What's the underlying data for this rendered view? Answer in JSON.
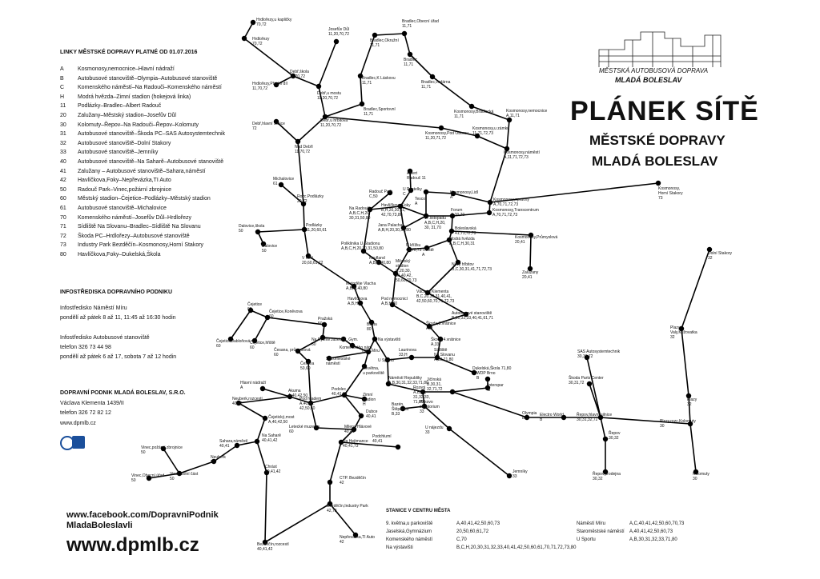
{
  "lines_title": "LINKY MĚSTSKÉ DOPRAVY PLATNÉ OD 01.07.2016",
  "lines": [
    {
      "code": "A",
      "route": "Kosmonosy,nemocnice–Hlavní nádraží"
    },
    {
      "code": "B",
      "route": "Autobusové stanoviště–Olympia–Autobusové stanoviště"
    },
    {
      "code": "C",
      "route": "Komenského náměstí–Na Radouči–Komenského náměstí"
    },
    {
      "code": "H",
      "route": "Modrá hvězda–Zimní stadion (hokejová linka)"
    },
    {
      "code": "11",
      "route": "Podlázky–Bradlec–Albert Radouč"
    },
    {
      "code": "20",
      "route": "Zalužany–Městský stadion–Josefův Důl"
    },
    {
      "code": "30",
      "route": "Kolomuty–Řepov–Na Radouči–Řepov–Kolomuty"
    },
    {
      "code": "31",
      "route": "Autobusové stanoviště–Škoda PC–SAS Autosystemtechnik"
    },
    {
      "code": "32",
      "route": "Autobusové stanoviště–Dolní Stakory"
    },
    {
      "code": "33",
      "route": "Autobusové stanoviště–Jemníky"
    },
    {
      "code": "40",
      "route": "Autobusové stanoviště–Na Saharě–Autobusové stanoviště"
    },
    {
      "code": "41",
      "route": "Zalužany – Autobusové stanoviště–Sahara,náměstí"
    },
    {
      "code": "42",
      "route": "Havlíčkova,Foky–Nepřevázka,TI Auto"
    },
    {
      "code": "50",
      "route": "Radouč Park–Vinec,požární zbrojnice"
    },
    {
      "code": "60",
      "route": "Městský stadion–Čejetice–Podlázky–Městský stadion"
    },
    {
      "code": "61",
      "route": "Autobusové stanoviště–Michalovice"
    },
    {
      "code": "70",
      "route": "Komenského náměstí–Josefův Důl–Hrdlořezy"
    },
    {
      "code": "71",
      "route": "Sídliště Na Slovanu–Bradlec–Sídliště Na Slovanu"
    },
    {
      "code": "72",
      "route": "Škoda PC–Hrdlořezy–Autobusové stanoviště"
    },
    {
      "code": "73",
      "route": "Industry Park Bezděčín–Kosmonosy,Horní Stakory"
    },
    {
      "code": "80",
      "route": "Havlíčkova,Foky–Dukelská,Škola"
    }
  ],
  "info_title": "INFOSTŘEDISKA DOPRAVNÍHO PODNIKU",
  "info": [
    "Infostředisko Náměstí Míru",
    "pondělí až pátek 8 až 11, 11:45 až 16:30 hodin",
    "Infostředisko Autobusové stanoviště",
    "telefon 326 73 44 98",
    "pondělí až pátek 6 až 17, sobota 7 až 12 hodin"
  ],
  "company": {
    "name": "DOPRAVNÍ PODNIK MLADÁ BOLESLAV, S.R.O.",
    "address": "Václava Klementa 1439/II",
    "phone": "telefon 326 72 82 12",
    "web": "www.dpmlb.cz"
  },
  "facebook": [
    "www.facebook.com/DopravniPodnik",
    "MladaBoleslavli"
  ],
  "website": "www.dpmlb.cz",
  "logo": {
    "line1": "MĚSTSKÁ AUTOBUSOVÁ DOPRAVA",
    "line2": "MLADÁ BOLESLAV"
  },
  "heading": {
    "l1": "PLÁNEK SÍTĚ",
    "l2": "MĚSTSKÉ DOPRAVY",
    "l3": "MLADÁ BOLESLAV"
  },
  "stations_title": "STANICE V CENTRU MĚSTA",
  "center_stations_left": [
    {
      "name": "9. května,u parkoviště",
      "lines": "A,40,41,42,50,60,73"
    },
    {
      "name": "Jaselská,Gymnázium",
      "lines": "20,50,60,61,72"
    },
    {
      "name": "Komenského náměstí",
      "lines": "C,70"
    },
    {
      "name": "Na výstavišti",
      "lines": "B,C,H,20,30,31,32,33,40,41,42,50,60,61,70,71,72,73,80"
    }
  ],
  "center_stations_right": [
    {
      "name": "Náměstí Míru",
      "lines": "A,C,40,41,42,50,60,70,73"
    },
    {
      "name": "Staroměstské náměstí",
      "lines": "A,40,41,42,50,60,73"
    },
    {
      "name": "U Sportu",
      "lines": "A,B,30,31,32,33,71,80"
    }
  ],
  "map_colors": {
    "line": "#000000",
    "stop": "#000000"
  },
  "map_labels": [
    {
      "id": "hrdlorezy-kaplicky",
      "t": [
        "Hrdlořezy,u kapličky",
        "70,72"
      ]
    },
    {
      "id": "hrdlorezy",
      "t": [
        "Hrdlořezy",
        "70,72"
      ]
    },
    {
      "id": "josefuv-dul",
      "t": [
        "Josefův Důl",
        "11,20,70,72"
      ]
    },
    {
      "id": "bradlec-obecni",
      "t": [
        "Bradlec,Obecní úřad",
        "11,71"
      ]
    },
    {
      "id": "bradlec-okruzni",
      "t": [
        "Bradlec,Okružní",
        "11,71"
      ]
    },
    {
      "id": "bradlec",
      "t": [
        "Bradlec",
        "11,71"
      ]
    },
    {
      "id": "debr-skola",
      "t": [
        "Debř,škola",
        "11,70,72"
      ]
    },
    {
      "id": "hrdlorezy-predni",
      "t": [
        "Hrdlořezy,Přední díl",
        "11,70,72"
      ]
    },
    {
      "id": "debr-mostu",
      "t": [
        "Debř,u mostu",
        "11,20,70,72"
      ]
    },
    {
      "id": "bradlec-k-laskovu",
      "t": [
        "Bradlec,K Láskovu",
        "11,71"
      ]
    },
    {
      "id": "bradlec-vodarna",
      "t": [
        "Bradlec,vodárna",
        "11,71"
      ]
    },
    {
      "id": "bradlec-sportovni",
      "t": [
        "Bradlec,Sportovní",
        "11,71"
      ]
    },
    {
      "id": "kosmonosy-bradlecka",
      "t": [
        "Kosmonosy,Bradlecká",
        "11,71"
      ]
    },
    {
      "id": "kosmonosy-nemocnice",
      "t": [
        "Kosmonosy,nemocnice",
        "A,11,71"
      ]
    },
    {
      "id": "debr-hlavni",
      "t": [
        "Debř,hlavní silnice",
        "72"
      ]
    },
    {
      "id": "debr-hrbitova",
      "t": [
        "Debř,u hřbitova",
        "11,20,70,72"
      ]
    },
    {
      "id": "kosmonosy-pod-oborou",
      "t": [
        "Kosmonosy,Pod Oborou",
        "11,20,71,72"
      ]
    },
    {
      "id": "kosmonosy-zamku",
      "t": [
        "Kosmonosy,u zámku",
        "11,71,72,73"
      ]
    },
    {
      "id": "nad-debri",
      "t": [
        "Nad Debří",
        "11,70,72"
      ]
    },
    {
      "id": "kosmonosy-namesti",
      "t": [
        "Kosmonosy,náměstí",
        "A,11,71,72,73"
      ]
    },
    {
      "id": "kosmonosy-horni-stakory",
      "t": [
        "Kosmonosy,",
        "Horní Stakory",
        "73"
      ]
    },
    {
      "id": "michalovice",
      "t": [
        "Michalovice",
        "61"
      ]
    },
    {
      "id": "albert-radouc",
      "t": [
        "Albert",
        "Radouč 11"
      ]
    },
    {
      "id": "radouc-park",
      "t": [
        "Radouč Park",
        "C,50"
      ]
    },
    {
      "id": "u-pastelky",
      "t": [
        "U Pastelky",
        "C"
      ]
    },
    {
      "id": "tesco",
      "t": [
        "Tesco",
        "A"
      ]
    },
    {
      "id": "kosmonosy-lidl",
      "t": [
        "Kosmonosy,Lidl",
        "A"
      ]
    },
    {
      "id": "kosmonosy-opravny",
      "t": [
        "Kosmonosy,opravny",
        "A,70,71,72,73"
      ]
    },
    {
      "id": "kosmonosy-transcentrum",
      "t": [
        "Kosmonosy,Transcentrum",
        "A,70,71,72,73"
      ]
    },
    {
      "id": "rozc-podlazky",
      "t": [
        "Rozc.Podlázky",
        "20,72"
      ]
    },
    {
      "id": "na-radouci",
      "t": [
        "Na Radouči",
        "A,B,C,H,20,",
        "30,31,50,80"
      ]
    },
    {
      "id": "havlickova-foky",
      "t": [
        "Havlíčkova,Foky",
        "B,H,20,30,31,",
        "42,70,73,80"
      ]
    },
    {
      "id": "17-listopadu",
      "t": [
        "17.listopadu",
        "A,B,C,H,20,",
        "30, 31,70"
      ]
    },
    {
      "id": "forum",
      "t": [
        "Forum",
        "A,20,70"
      ]
    },
    {
      "id": "jana-palacha",
      "t": [
        "Jana Palacha",
        "A,B,H,20,30,31,80"
      ]
    },
    {
      "id": "boleslavska",
      "t": [
        "Boleslavská",
        "41,71,72,73"
      ]
    },
    {
      "id": "modra-hvezda",
      "t": [
        "Modrá hvězda",
        "A,B,C,H,30,31"
      ]
    },
    {
      "id": "kosmonosy-prumyslova",
      "t": [
        "Kosmonosy,Průmyslová",
        "20,41"
      ]
    },
    {
      "id": "dalovice-skola",
      "t": [
        "Dalovice,škola",
        "50"
      ]
    },
    {
      "id": "podlazky",
      "t": [
        "Podlázky",
        "11,20,60,61"
      ]
    },
    {
      "id": "dalovice",
      "t": [
        "Dalovice",
        "50"
      ]
    },
    {
      "id": "poliklinika",
      "t": [
        "Poliklinika U Stadionu",
        "A,B,C,H,20,30,31,50,80"
      ]
    },
    {
      "id": "u-krizku",
      "t": [
        "U křížku",
        "42,70,73"
      ]
    },
    {
      "id": "trziste",
      "t": [
        "Tržiště",
        "A"
      ]
    },
    {
      "id": "dolni-stakory",
      "t": [
        "Dolní Stakory",
        "32"
      ]
    },
    {
      "id": "v-rokli",
      "t": [
        "V rokli",
        "20,60,61,72"
      ]
    },
    {
      "id": "kaufland",
      "t": [
        "Kaufland",
        "A,B,H,40,80"
      ]
    },
    {
      "id": "mestsky-stadion",
      "t": [
        "Městský",
        "stadion",
        "C,20,30,",
        "31,40,42,",
        "50,60,70,73"
      ]
    },
    {
      "id": "novy-hrbitov",
      "t": [
        "Nový hřbitov",
        "B,C,30,31,41,71,72,73"
      ]
    },
    {
      "id": "zaluzany",
      "t": [
        "Zalužany",
        "20,41"
      ]
    },
    {
      "id": "metodeje-vlacha",
      "t": [
        "Metoděje Vlacha",
        "A,B,H,40,80"
      ]
    },
    {
      "id": "vaclava-klementa",
      "t": [
        "Václava Klementa",
        "B,C,20,30,31,40,41,",
        "42,50,60,70,71,72,73"
      ]
    },
    {
      "id": "havlickova",
      "t": [
        "Havlíčkova",
        "A,B,H"
      ]
    },
    {
      "id": "pod-nemocnici",
      "t": [
        "Pod nemocnicí",
        "A,B,H,40"
      ]
    },
    {
      "id": "autobusove-stanoviste",
      "t": [
        "Autobusové stanoviště",
        "B,31,32,33,40,41,61,71"
      ]
    },
    {
      "id": "cejetice",
      "t": [
        "Čejetice",
        "60"
      ]
    },
    {
      "id": "cejetice-konevova",
      "t": [
        "Čejetice,Koněvova",
        "60"
      ]
    },
    {
      "id": "plazy-valy",
      "t": [
        "Plazy,",
        "Valy,Křižovatka",
        "32"
      ]
    },
    {
      "id": "prazska",
      "t": [
        "Pražská",
        "50"
      ]
    },
    {
      "id": "basta",
      "t": [
        "Bašta",
        "80"
      ]
    },
    {
      "id": "skoda-3",
      "t": [
        "Škoda,3.vrátnice",
        "A,H"
      ]
    },
    {
      "id": "cejetice-jablonova",
      "t": [
        "Čejetice,Jabloňová",
        "60"
      ]
    },
    {
      "id": "cejetice-hriste",
      "t": [
        "Čejetice,hřiště",
        "60"
      ]
    },
    {
      "id": "na-rychte",
      "t": [
        "Na Rychtě",
        "50"
      ]
    },
    {
      "id": "jaselska-gym",
      "t": [
        "Jaselská, Gym."
      ]
    },
    {
      "id": "na-vystavisti",
      "t": [
        "Na výstavišti"
      ]
    },
    {
      "id": "skoda-4",
      "t": [
        "Škoda,4.vrátnice",
        "A,33"
      ]
    },
    {
      "id": "komenskeho-nam",
      "t": [
        "Komenského nám."
      ]
    },
    {
      "id": "nam-miru",
      "t": [
        "Nám.Míru"
      ]
    },
    {
      "id": "cesana-prumyslova",
      "t": [
        "Česana, průmyslová",
        "60"
      ]
    },
    {
      "id": "sas",
      "t": [
        "SAS Autosystemtechnik",
        "30,31,72"
      ]
    },
    {
      "id": "staromestske",
      "t": [
        "Staroměstské",
        "náměstí"
      ]
    },
    {
      "id": "laurinova",
      "t": [
        "Laurinova",
        "33,H"
      ]
    },
    {
      "id": "sidliste-na-slovanu",
      "t": [
        "Sídliště",
        "Na Slovanu",
        "A,33,71,80"
      ]
    },
    {
      "id": "cesana",
      "t": [
        "Česana",
        "50,60"
      ]
    },
    {
      "id": "9-kvetna",
      "t": [
        "9.května,",
        "u parkoviště"
      ]
    },
    {
      "id": "u-sportu",
      "t": [
        "U Sportu"
      ]
    },
    {
      "id": "dukelska-skola",
      "t": [
        "Dukelská,Škola 71,80"
      ]
    },
    {
      "id": "wdp-brno",
      "t": [
        "WDP Brno",
        "B"
      ]
    },
    {
      "id": "hlavni-nadrazi",
      "t": [
        "Hlavní nádraží",
        "A"
      ]
    },
    {
      "id": "namesti-republiky",
      "t": [
        "Náměstí Republiky",
        "A,B,30,31,32,33,71,80"
      ]
    },
    {
      "id": "rozvoj",
      "t": [
        "Rozvoj",
        "A,B,30,",
        "31,32,33,",
        "71,80"
      ]
    },
    {
      "id": "jicinska",
      "t": [
        "Jičínská",
        "B,30,31,",
        "32,71,72"
      ]
    },
    {
      "id": "interspar",
      "t": [
        "Interspar",
        "B"
      ]
    },
    {
      "id": "skoda-parts",
      "t": [
        "Škoda Parts Center",
        "30,31,72"
      ]
    },
    {
      "id": "akuma",
      "t": [
        "Akuma",
        "A,40,42,50"
      ]
    },
    {
      "id": "podolec",
      "t": [
        "Podolec",
        "40,41,73"
      ]
    },
    {
      "id": "zimni-stadion",
      "t": [
        "Zimní",
        "stadion",
        "H"
      ]
    },
    {
      "id": "neuberk-rozcesti",
      "t": [
        "Neuberk,rozcestí",
        "40,42"
      ]
    },
    {
      "id": "pod-hradem",
      "t": [
        "Pod hradem",
        "A,40,41,",
        "42,50,60"
      ]
    },
    {
      "id": "bazen-stepanka",
      "t": [
        "Bazén,",
        "Štěpánka",
        "B,33"
      ]
    },
    {
      "id": "pirkovo",
      "t": [
        "Pirkovo",
        "sanatorium",
        "33"
      ]
    },
    {
      "id": "plazy",
      "t": [
        "Plazy",
        "32"
      ]
    },
    {
      "id": "cejetickym-most",
      "t": [
        "Čejetický,most",
        "A,40,42,50"
      ]
    },
    {
      "id": "dubce",
      "t": [
        "Dubce",
        "40,41"
      ]
    },
    {
      "id": "olympia",
      "t": [
        "Olympia",
        "B"
      ]
    },
    {
      "id": "electro-world",
      "t": [
        "Electro World",
        "B"
      ]
    },
    {
      "id": "repov-hlavni",
      "t": [
        "Řepov,hlavní silnice",
        "30,31,32,72"
      ]
    },
    {
      "id": "letecke-muzeum",
      "t": [
        "Letecké muzeum",
        "60"
      ]
    },
    {
      "id": "mileny-hlavove",
      "t": [
        "Mileny Hlávové",
        "40,41"
      ]
    },
    {
      "id": "u-najezdu",
      "t": [
        "U nájezdu",
        "33"
      ]
    },
    {
      "id": "repov",
      "t": [
        "Řepov",
        "30,32"
      ]
    },
    {
      "id": "plazy-rozc-kolomuty",
      "t": [
        "Plazy,rozc.Kolomuty",
        "30"
      ]
    },
    {
      "id": "vinec-pozarni",
      "t": [
        "Vinec,požární zbrojnice",
        "50"
      ]
    },
    {
      "id": "sahara-namesti",
      "t": [
        "Sahara,náměstí",
        "40,41"
      ]
    },
    {
      "id": "na-sahare",
      "t": [
        "Na Saharě",
        "40,41,42"
      ]
    },
    {
      "id": "na-hejtmance",
      "t": [
        "Na Hejtmance",
        "40,41,73"
      ]
    },
    {
      "id": "podchlumi",
      "t": [
        "Podchlumí",
        "40,41"
      ]
    },
    {
      "id": "neuberk",
      "t": [
        "Neuberk",
        "50"
      ]
    },
    {
      "id": "vinec-obecni",
      "t": [
        "Vinec,Obecní úřad",
        "50"
      ]
    },
    {
      "id": "vinec-dolni",
      "t": [
        "Vinec,dolní část",
        "50"
      ]
    },
    {
      "id": "chrast",
      "t": [
        "Chrást",
        "40,41,42"
      ]
    },
    {
      "id": "jemniky",
      "t": [
        "Jemníky",
        "33"
      ]
    },
    {
      "id": "repov-prodejna",
      "t": [
        "Řepov,prodejna",
        "30,32"
      ]
    },
    {
      "id": "kolomuty",
      "t": [
        "Kolomuty",
        "30"
      ]
    },
    {
      "id": "ctp-bezdecin",
      "t": [
        "CTP. Bezděčín",
        "42"
      ]
    },
    {
      "id": "bezdecin-industry",
      "t": [
        "Bezděčín,Industry Park",
        "42,73"
      ]
    },
    {
      "id": "neprevazka",
      "t": [
        "Nepřevázka,TI Auto",
        "42"
      ]
    },
    {
      "id": "bezdecin-rozcesti",
      "t": [
        "Bezděčín,rozcestí",
        "40,41,42"
      ]
    }
  ]
}
